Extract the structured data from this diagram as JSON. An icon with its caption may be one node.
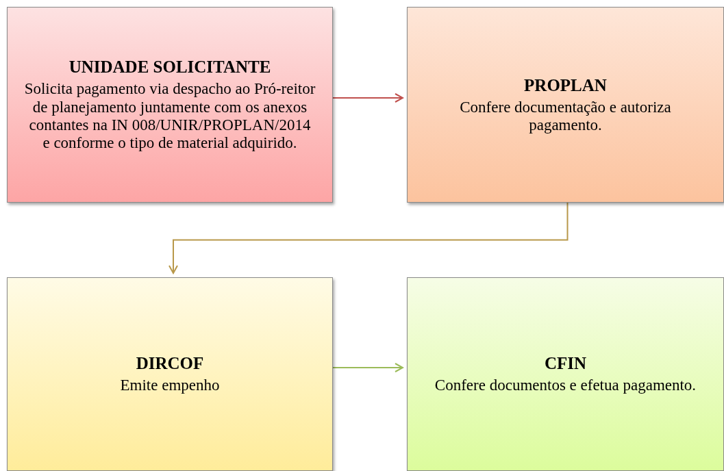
{
  "diagram": {
    "nodes": [
      {
        "text": [
          "UNIDADE SOLICITANTE",
          "Solicita pagamento via despacho ao Pró-reitor de planejamento juntamente com os anexos contantes na IN 008/UNIR/PROPLAN/2014 e conforme o tipo de material adquirido."
        ]
      },
      {
        "text": [
          "PROPLAN",
          "Confere documentação e autoriza pagamento."
        ]
      },
      {
        "text": [
          "DIRCOF",
          "Emite empenho"
        ]
      },
      {
        "text": [
          "CFIN",
          "Confere documentos e efetua pagamento."
        ]
      }
    ],
    "edges": [
      {
        "from": 0,
        "to": 1,
        "arrow": "to",
        "color": "#c0504d"
      },
      {
        "from": 1,
        "to": 2,
        "arrow": "to",
        "color": "#b8984a"
      },
      {
        "from": 2,
        "to": 3,
        "arrow": "to",
        "color": "#9bbb59"
      }
    ]
  }
}
